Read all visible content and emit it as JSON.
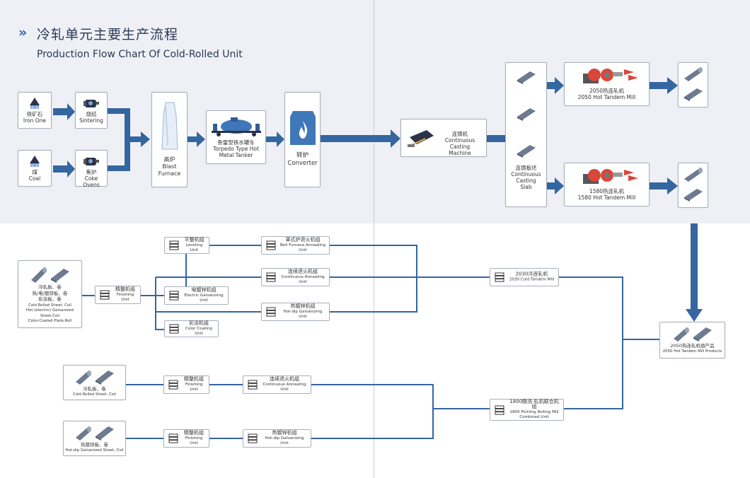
{
  "header": {
    "title_cn": "冷轧单元主要生产流程",
    "title_en": "Production Flow Chart Of Cold-Rolled Unit",
    "chevron": "»"
  },
  "colors": {
    "accent": "#2f66a3",
    "line": "#3466a0",
    "top_bg": "#eef0f6"
  },
  "top": {
    "iron_one": {
      "cn": "铁矿石",
      "en": "Iron One",
      "icon": "ore-pile-icon"
    },
    "sintering": {
      "cn": "烧结",
      "en": "Sintering",
      "icon": "sintering-machine-icon"
    },
    "coal": {
      "cn": "煤",
      "en": "Coal",
      "icon": "coal-pile-icon"
    },
    "coke_ovens": {
      "cn": "焦炉",
      "en": "Coke Ovens",
      "icon": "coke-oven-icon"
    },
    "blast_furnace": {
      "cn": "高炉",
      "en1": "Blast",
      "en2": "Furnace",
      "icon": "blast-furnace-icon"
    },
    "torpedo": {
      "cn": "鱼雷型铁水罐车",
      "en1": "Torpedo Type Hot",
      "en2": "Metal Tanker",
      "icon": "torpedo-car-icon"
    },
    "converter": {
      "cn": "转炉",
      "en": "Converter",
      "icon": "flame-icon"
    },
    "casting": {
      "cn": "连铸机",
      "en1": "Continuous Casting",
      "en2": "Machine",
      "icon": "casting-machine-icon"
    },
    "slab": {
      "cn": "连铸板坯",
      "en1": "Continuous",
      "en2": "Casting",
      "en3": "Slab",
      "icon": "slab-icon"
    },
    "mill2050": {
      "cn": "2050热连轧机",
      "en": "2050 Hot Tandem Mill",
      "icon": "rolling-mill-icon"
    },
    "mill1580": {
      "cn": "1580热连轧机",
      "en": "1580 Hot Tandem Mill",
      "icon": "rolling-mill-icon"
    }
  },
  "bottom": {
    "products_main": {
      "cn1": "冷轧板、卷",
      "cn2": "热/电/镀锌板、卷",
      "cn3": "彩涂板、卷",
      "en1": "Cold Rolled Sheet, Coil",
      "en2": "Hot (electric) Galvanized Sheet,Coil",
      "en3": "Color-Coated Plate,Roll"
    },
    "finishing_unit_1": {
      "cn": "精整机组",
      "en": "Finishing Unit"
    },
    "leveling_unit": {
      "cn": "平整机组",
      "en": "Leveling Unit"
    },
    "electric_galv": {
      "cn": "电镀锌机组",
      "en": "Electric Galvanizing Unit"
    },
    "color_coating": {
      "cn": "彩涂机组",
      "en": "Color Coating Unit"
    },
    "bell_furnace": {
      "cn": "罩式炉退火机组",
      "en": "Bell Furnace Annealing Unit"
    },
    "cont_annealing_1": {
      "cn": "连续退火机组",
      "en": "Continuous Annealing Unit"
    },
    "hot_dip_1": {
      "cn": "热镀锌机组",
      "en": "Hot-dip Galvanizing Unit"
    },
    "cold_tandem_2030": {
      "cn": "2030冷连轧机",
      "en": "2030 Cold Tandem Mill"
    },
    "hot_products_2050": {
      "cn": "2050热连轧机组产品",
      "en": "2050 Hot Tandem Mill Products"
    },
    "products_cold": {
      "cn": "冷轧板、卷",
      "en": "Cold Rolled Sheet, Coil"
    },
    "finishing_unit_2": {
      "cn": "精整机组",
      "en": "Finishing Unit"
    },
    "cont_annealing_2": {
      "cn": "连续退火机组",
      "en": "Continuous Annealing Unit"
    },
    "pickling_1800": {
      "cn": "1800酸洗-轧机联合机组",
      "en1": "1800 Pickling Rolling Mill",
      "en2": "Combined Unit"
    },
    "products_hotdip": {
      "cn": "热镀锌板、卷",
      "en": "Hot-dip Galvanized Sheet, Coil"
    },
    "finishing_unit_3": {
      "cn": "精整机组",
      "en": "Finishing Unit"
    },
    "hot_dip_2": {
      "cn": "热镀锌机组",
      "en": "Hot-dip Galvanizing Unit"
    }
  }
}
